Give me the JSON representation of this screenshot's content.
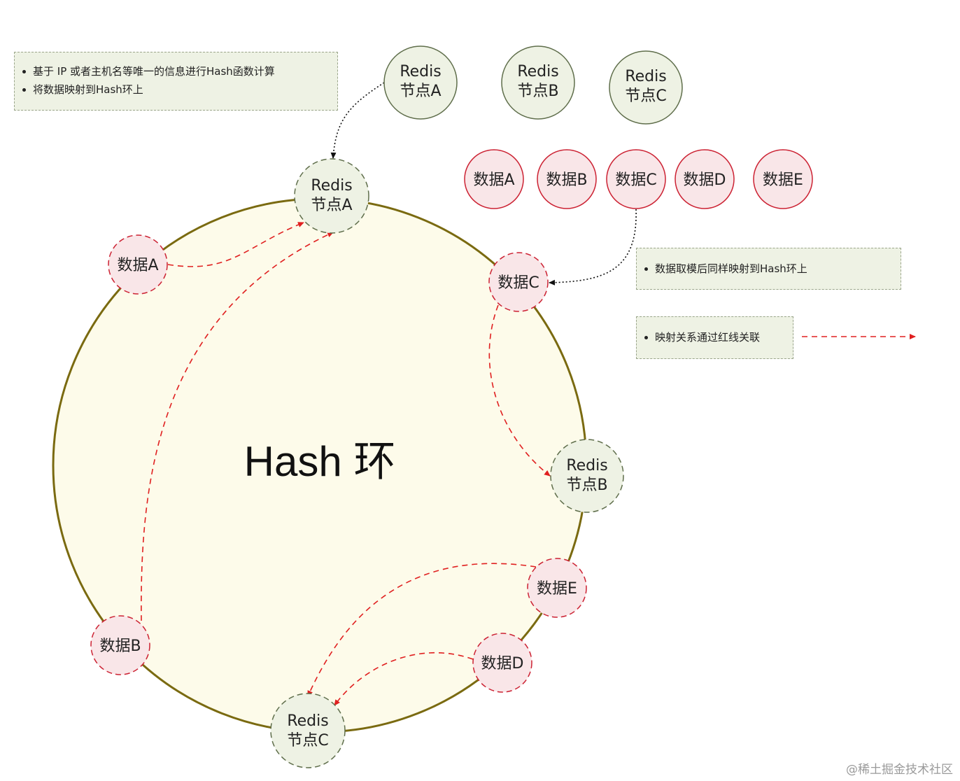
{
  "ring_title": "Hash 环",
  "notes": {
    "hash_calc": [
      "基于 IP 或者主机名等唯一的信息进行Hash函数计算",
      "将数据映射到Hash环上"
    ],
    "data_mod": [
      "数据取模后同样映射到Hash环上"
    ],
    "legend": [
      "映射关系通过红线关联"
    ]
  },
  "servers": [
    {
      "line1": "Redis",
      "line2": "节点A"
    },
    {
      "line1": "Redis",
      "line2": "节点B"
    },
    {
      "line1": "Redis",
      "line2": "节点C"
    }
  ],
  "data_items": [
    "数据A",
    "数据B",
    "数据C",
    "数据D",
    "数据E"
  ],
  "ring_nodes": [
    {
      "line1": "Redis",
      "line2": "节点A"
    },
    {
      "line1": "Redis",
      "line2": "节点B"
    },
    {
      "line1": "Redis",
      "line2": "节点C"
    }
  ],
  "ring_data": [
    "数据A",
    "数据B",
    "数据C",
    "数据D",
    "数据E"
  ],
  "colors": {
    "ring_fill": "#fdfbea",
    "ring_stroke": "#7a6a10",
    "node_fill": "#eef2e4",
    "node_stroke": "#5f6e4b",
    "data_fill": "#f9e6e8",
    "data_stroke": "#cc2233",
    "link_red": "#e02020",
    "link_black": "#111111"
  },
  "watermark": "@稀土掘金技术社区"
}
